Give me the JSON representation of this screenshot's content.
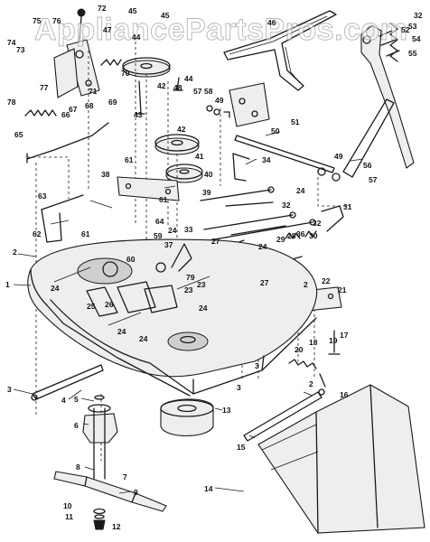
{
  "watermark": "AppliancePartsPros.com",
  "part_labels": {
    "p1": "1",
    "p2a": "2",
    "p2b": "2",
    "p2c": "2",
    "p3a": "3",
    "p3b": "3",
    "p3c": "3",
    "p4": "4",
    "p5": "5",
    "p6": "6",
    "p7": "7",
    "p8": "8",
    "p9": "9",
    "p10": "10",
    "p11": "11",
    "p12": "12",
    "p13": "13",
    "p14": "14",
    "p15": "15",
    "p16": "16",
    "p17": "17",
    "p18": "18",
    "p19": "19",
    "p20": "20",
    "p21": "21",
    "p22": "22",
    "p23a": "23",
    "p23b": "23",
    "p24a": "24",
    "p24b": "24",
    "p24c": "24",
    "p24d": "24",
    "p24e": "24",
    "p24f": "24",
    "p24g": "24",
    "p25": "25",
    "p26": "26",
    "p27a": "27",
    "p27b": "27",
    "p28": "28",
    "p29": "29",
    "p30": "30",
    "p31": "31",
    "p32a": "32",
    "p32b": "32",
    "p32c": "32",
    "p33": "33",
    "p34": "34",
    "p36": "36",
    "p37": "37",
    "p38": "38",
    "p39": "39",
    "p40": "40",
    "p41": "41",
    "p42a": "42",
    "p42b": "42",
    "p43": "43",
    "p44a": "44",
    "p44b": "44",
    "p45a": "45",
    "p45b": "45",
    "p46": "46",
    "p47": "47",
    "p48": "48",
    "p49a": "49",
    "p49b": "49",
    "p50": "50",
    "p51": "51",
    "p52": "52",
    "p53": "53",
    "p54": "54",
    "p55": "55",
    "p56": "56",
    "p57a": "57",
    "p57b": "57",
    "p58": "58",
    "p59": "59",
    "p60": "60",
    "p61a": "61",
    "p61b": "61",
    "p61c": "61",
    "p62": "62",
    "p63": "63",
    "p64": "64",
    "p65": "65",
    "p66": "66",
    "p67": "67",
    "p68": "68",
    "p69": "69",
    "p70": "70",
    "p71": "71",
    "p72": "72",
    "p73": "73",
    "p74": "74",
    "p75": "75",
    "p76": "76",
    "p77": "77",
    "p78": "78",
    "p79": "79"
  }
}
